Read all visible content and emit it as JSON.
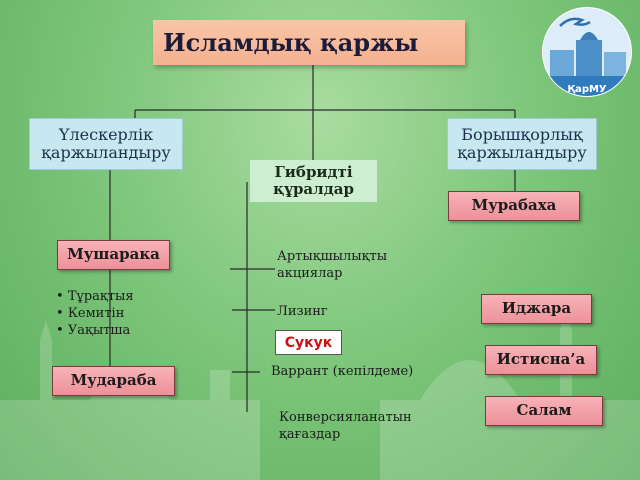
{
  "title": "Исламдық қаржы",
  "categories": {
    "left": "Үлескерлік қаржыландыру",
    "right": "Борышқорлық қаржыландыру",
    "hybrid": "Гибридті құралдар"
  },
  "left_items": {
    "musharaka": "Мушарака",
    "bullets": [
      "Тұрақтыя",
      "Кемитін",
      "Уақытша"
    ],
    "mudaraba": "Мудараба"
  },
  "hybrid_items": {
    "preferred": "Артықшылықты акциялар",
    "leasing": "Лизинг",
    "sukuk": "Сукук",
    "warrant": "Варрант (кепілдеме)",
    "convertible": "Конверсияланатын қағаздар"
  },
  "right_items": [
    "Мурабаха",
    "Иджара",
    "Истисна’а",
    "Салам"
  ],
  "logo": {
    "text": "ҚарМУ"
  },
  "colors": {
    "title_bg": "#f6bd9f",
    "category_bg": "#c7e7f1",
    "item_bg": "#f2a1a8",
    "sukuk_text": "#d10f0f"
  }
}
